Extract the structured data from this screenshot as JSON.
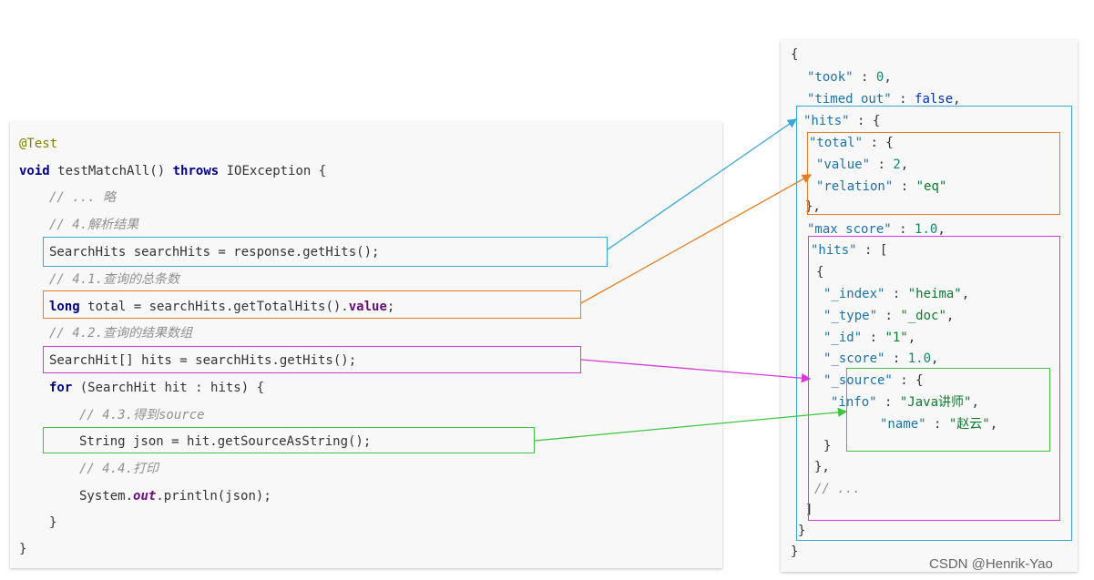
{
  "code": {
    "annotation": "@Test",
    "method_kw": "void",
    "method_sig": "testMatchAll()",
    "throws_kw": "throws",
    "throws_rest": "IOException {",
    "c_omit": "// ... 略",
    "c_parse": "// 4.解析结果",
    "l_hits": "SearchHits searchHits = response.getHits();",
    "c_total": "// 4.1.查询的总条数",
    "l_total_kw": "long",
    "l_total_mid": "total = searchHits.getTotalHits().",
    "l_total_prop": "value",
    "l_total_end": ";",
    "c_array": "// 4.2.查询的结果数组",
    "l_array": "SearchHit[] hits = searchHits.getHits();",
    "l_for_kw": "for",
    "l_for_rest": "(SearchHit hit : hits) {",
    "c_source": "// 4.3.得到source",
    "l_json": "String json = hit.getSourceAsString();",
    "c_print": "// 4.4.打印",
    "l_print_a": "System.",
    "l_print_field": "out",
    "l_print_b": ".println(json);",
    "close_inner": "}",
    "close_outer": "}"
  },
  "json": {
    "l_open": "{",
    "took_key": "\"took\"",
    "took_sep": " : ",
    "took_val": "0",
    "comma": ",",
    "timed_key": "\"timed_out\"",
    "timed_val": "false",
    "hits_key": "\"hits\"",
    "obj_open": " : {",
    "total_key": "\"total\"",
    "value_key": "\"value\"",
    "value_val": "2",
    "relation_key": "\"relation\"",
    "relation_val": "\"eq\"",
    "total_close": "},",
    "max_key": "\"max_score\"",
    "max_val": "1.0",
    "hits2_key": "\"hits\"",
    "arr_open": " : [",
    "item_open": "{",
    "index_key": "\"_index\"",
    "index_val": "\"heima\"",
    "type_key": "\"_type\"",
    "type_val": "\"_doc\"",
    "id_key": "\"_id\"",
    "id_val": "\"1\"",
    "score_key": "\"_score\"",
    "score_val": "1.0",
    "source_key": "\"_source\"",
    "info_key": "\"info\"",
    "info_val": "\"Java讲师\"",
    "name_key": "\"name\"",
    "name_val": "\"赵云\"",
    "src_close": "}",
    "item_close": "},",
    "more": "// ...",
    "arr_close": "]",
    "hits_close": "}",
    "root_close": "}"
  },
  "watermark": "CSDN @Henrik-Yao",
  "colors": {
    "blue": "#3aa6d6",
    "orange": "#e67e22",
    "magenta": "#d63ad6",
    "green": "#3fc43f"
  }
}
